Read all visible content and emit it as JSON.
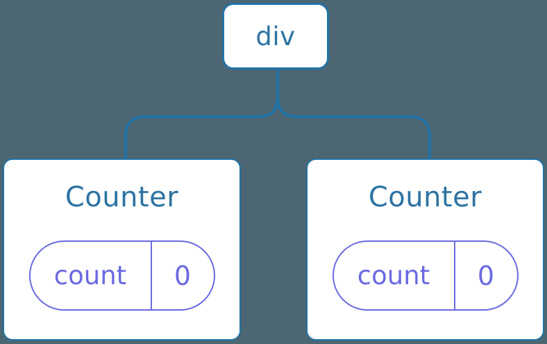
{
  "colors": {
    "background": "#4c6673",
    "connector_blue": "#2173a6",
    "node_text_blue": "#2d73a3",
    "state_purple": "#6b6ae1",
    "card_background": "#ffffff"
  },
  "tree": {
    "root": {
      "label": "div"
    },
    "children": [
      {
        "title": "Counter",
        "state_pill": {
          "key": "count",
          "value": "0"
        }
      },
      {
        "title": "Counter",
        "state_pill": {
          "key": "count",
          "value": "0"
        }
      }
    ]
  }
}
